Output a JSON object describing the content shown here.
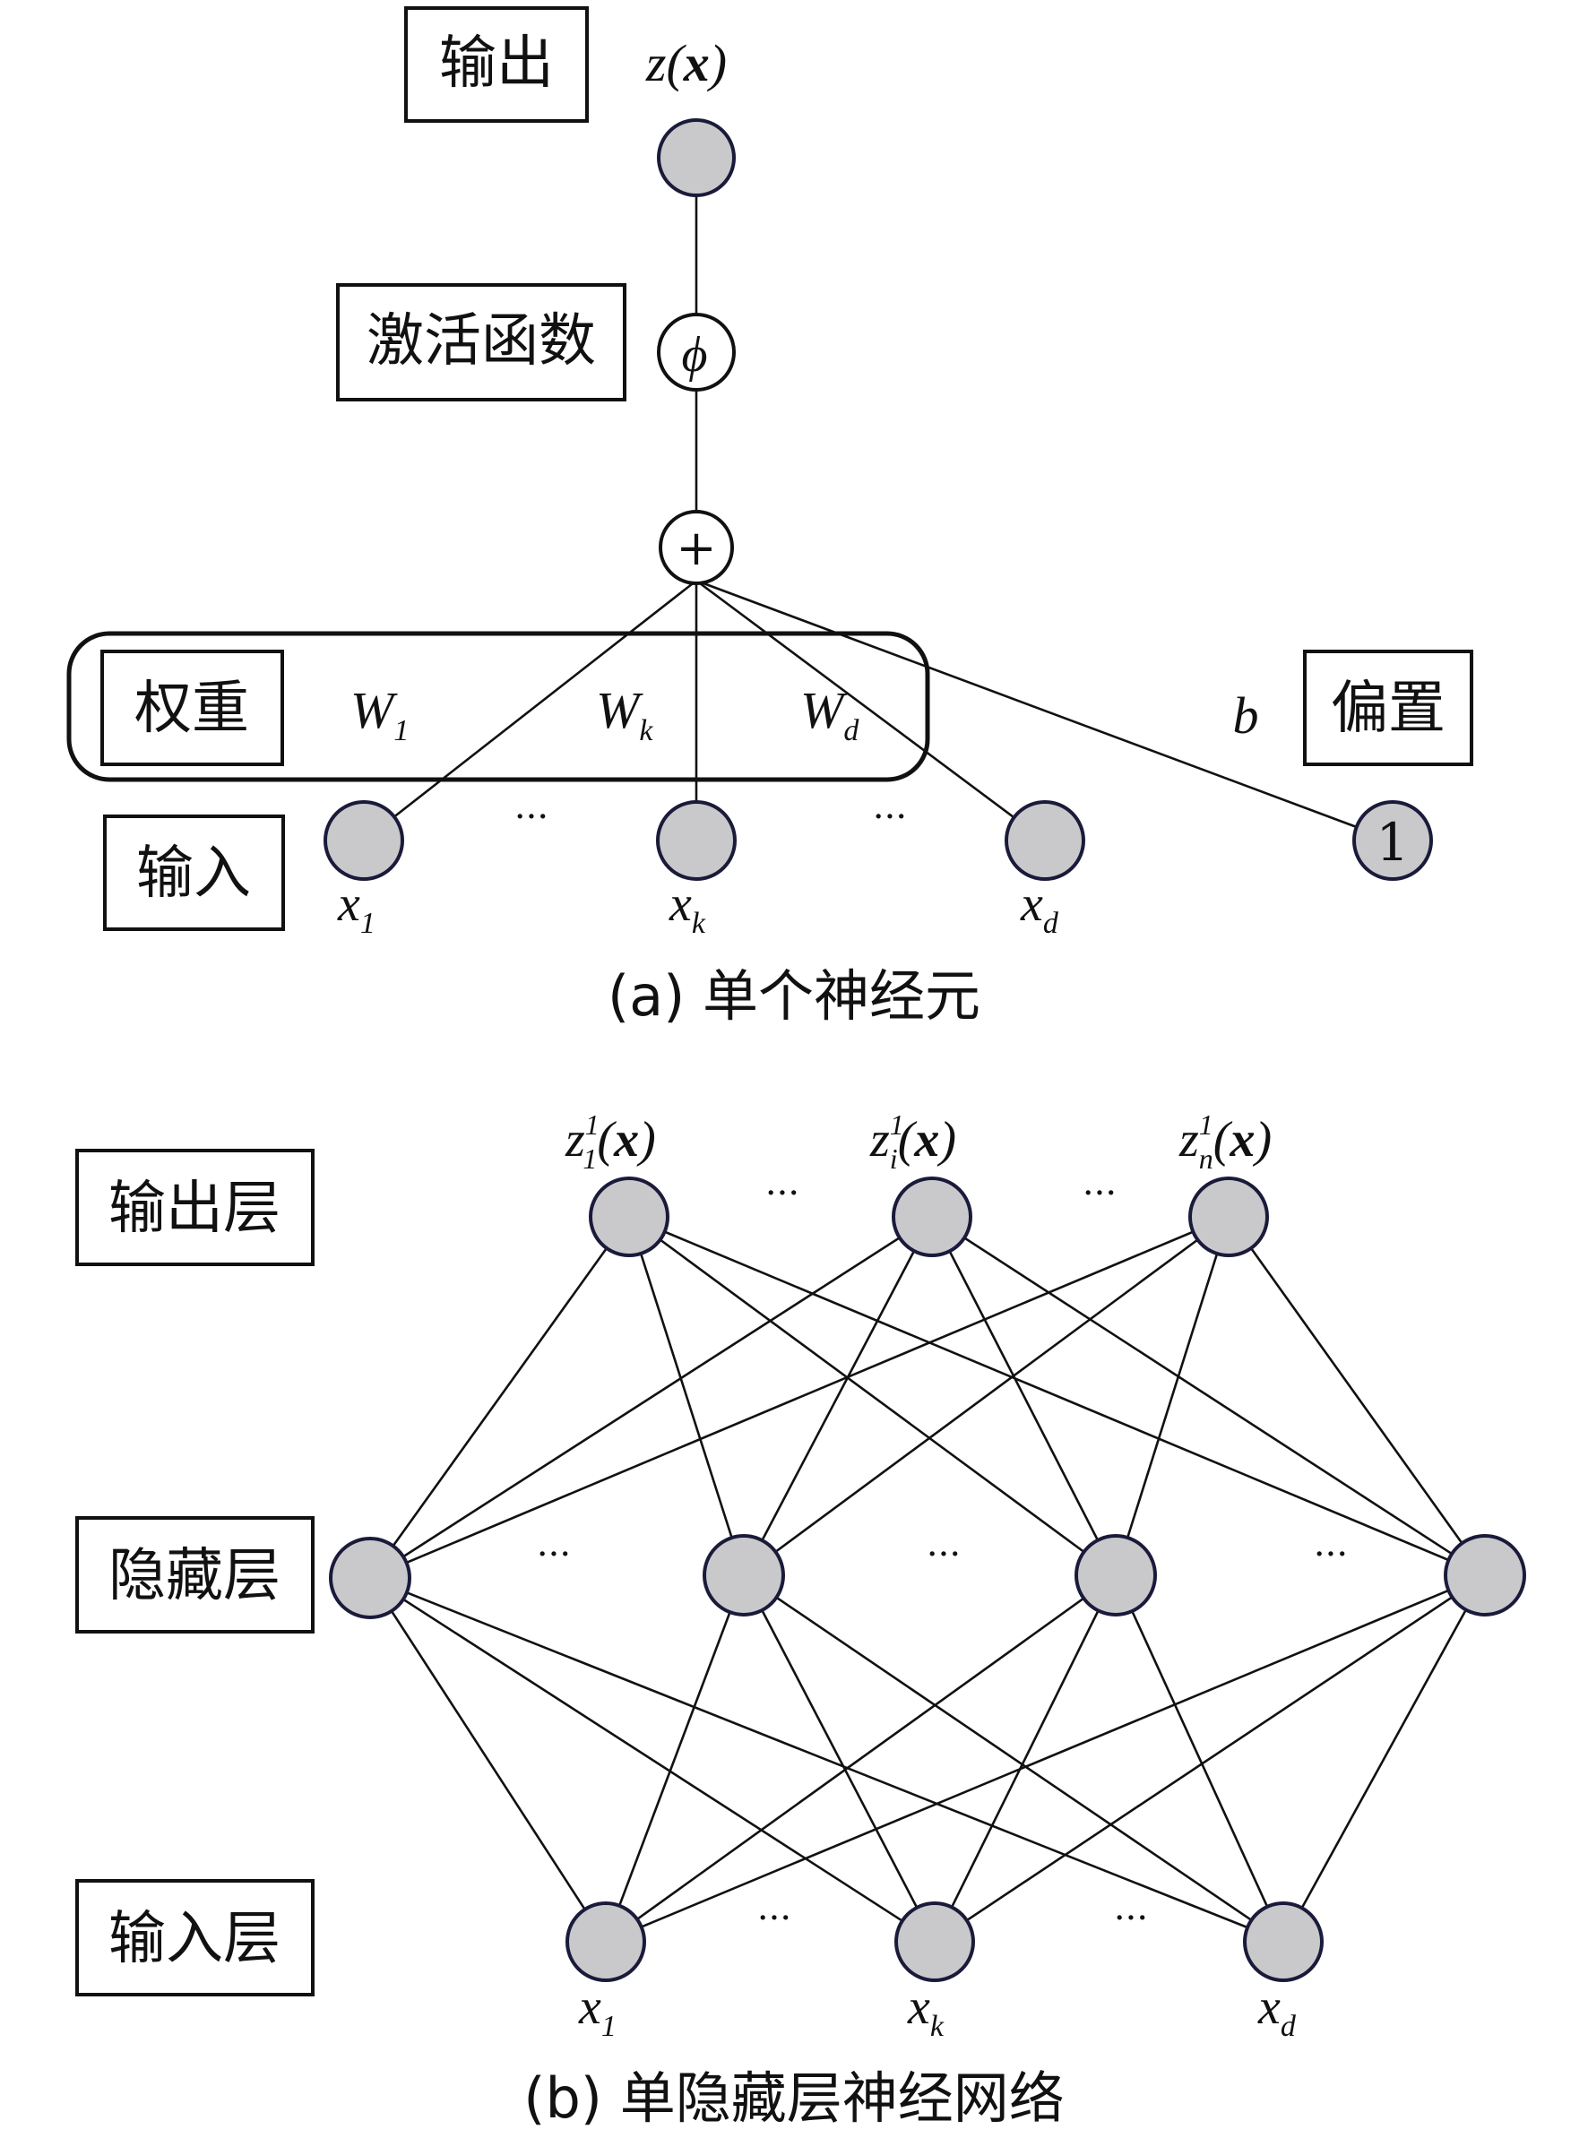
{
  "part_a": {
    "output_label": "输出",
    "output_symbol": "z(x)",
    "activation_label": "激活函数",
    "activation_symbol": "ϕ",
    "sum_symbol": "+",
    "weights_label": "权重",
    "weights": [
      "W",
      "W",
      "W"
    ],
    "weight_subscripts": [
      "1",
      "k",
      "d"
    ],
    "bias_label": "偏置",
    "bias_symbol": "b",
    "bias_input": "1",
    "input_label": "输入",
    "inputs": [
      "x",
      "x",
      "x"
    ],
    "input_subscripts": [
      "1",
      "k",
      "d"
    ],
    "ellipsis": "···",
    "caption": "(a) 单个神经元"
  },
  "part_b": {
    "output_layer_label": "输出层",
    "hidden_layer_label": "隐藏层",
    "input_layer_label": "输入层",
    "output_names": [
      "z",
      "z",
      "z"
    ],
    "output_superscripts": [
      "1",
      "1",
      "1"
    ],
    "output_subscripts": [
      "1",
      "i",
      "n"
    ],
    "output_arg": "(x)",
    "inputs": [
      "x",
      "x",
      "x"
    ],
    "input_subscripts": [
      "1",
      "k",
      "d"
    ],
    "ellipsis": "···",
    "caption": "(b) 单隐藏层神经网络"
  }
}
